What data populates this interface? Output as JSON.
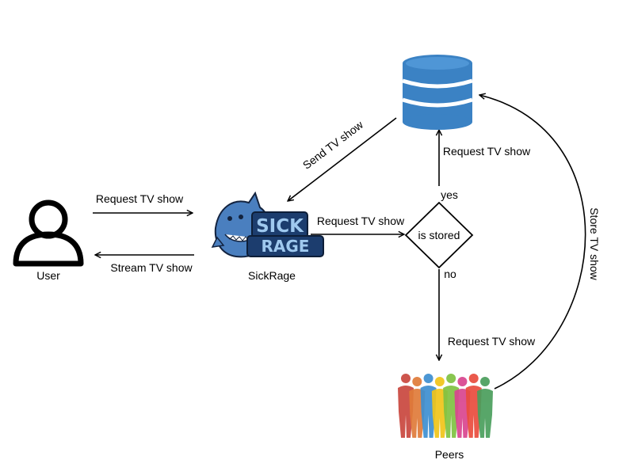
{
  "user": {
    "label": "User"
  },
  "sickrage": {
    "label": "SickRage",
    "logo_top": "SICK",
    "logo_bottom": "RAGE"
  },
  "decision": {
    "label": "is stored",
    "yes": "yes",
    "no": "no"
  },
  "peers": {
    "label": "Peers",
    "colors": [
      "#c9473e",
      "#e07b39",
      "#3d8fd1",
      "#f0c419",
      "#7fc242",
      "#d9458f",
      "#e94c3d",
      "#4a9e5c"
    ]
  },
  "database": {
    "color": "#3b82c4"
  },
  "arrows": {
    "user_request": "Request TV show",
    "stream": "Stream TV show",
    "sickrage_request": "Request TV show",
    "send": "Send TV show",
    "db_request": "Request TV show",
    "peers_request": "Request TV show",
    "store": "Store TV show"
  }
}
